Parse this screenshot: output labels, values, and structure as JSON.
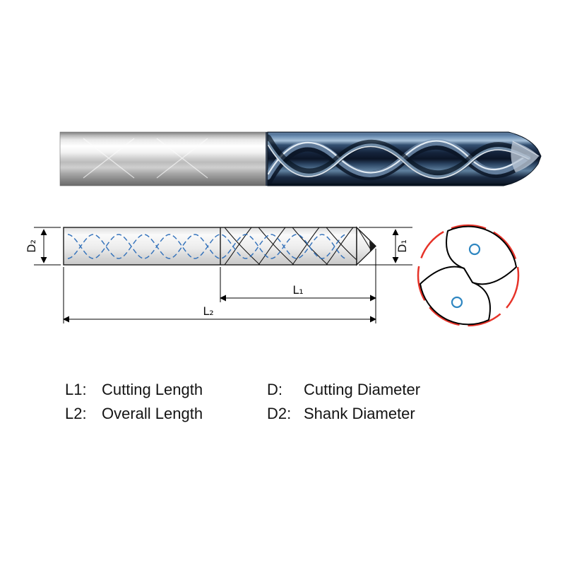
{
  "drawing": {
    "labels": {
      "d2": "D₂",
      "d1": "D₁",
      "l1": "L₁",
      "l2": "L₂"
    }
  },
  "legend": {
    "items": [
      {
        "label": "L1:",
        "text": "Cutting Length"
      },
      {
        "label": "D:",
        "text": "Cutting Diameter"
      },
      {
        "label": "L2:",
        "text": "Overall Length"
      },
      {
        "label": "D2:",
        "text": "Shank Diameter"
      }
    ]
  },
  "colors": {
    "flute_dark": "#0b1526",
    "flute_highlight": "#e9f1f8",
    "shank_silver": "#d9d9d9",
    "coolant_blue": "#2f6fba",
    "endview_red": "#e63329",
    "hole_blue": "#2e86c1",
    "outline": "#1a1a1a"
  }
}
